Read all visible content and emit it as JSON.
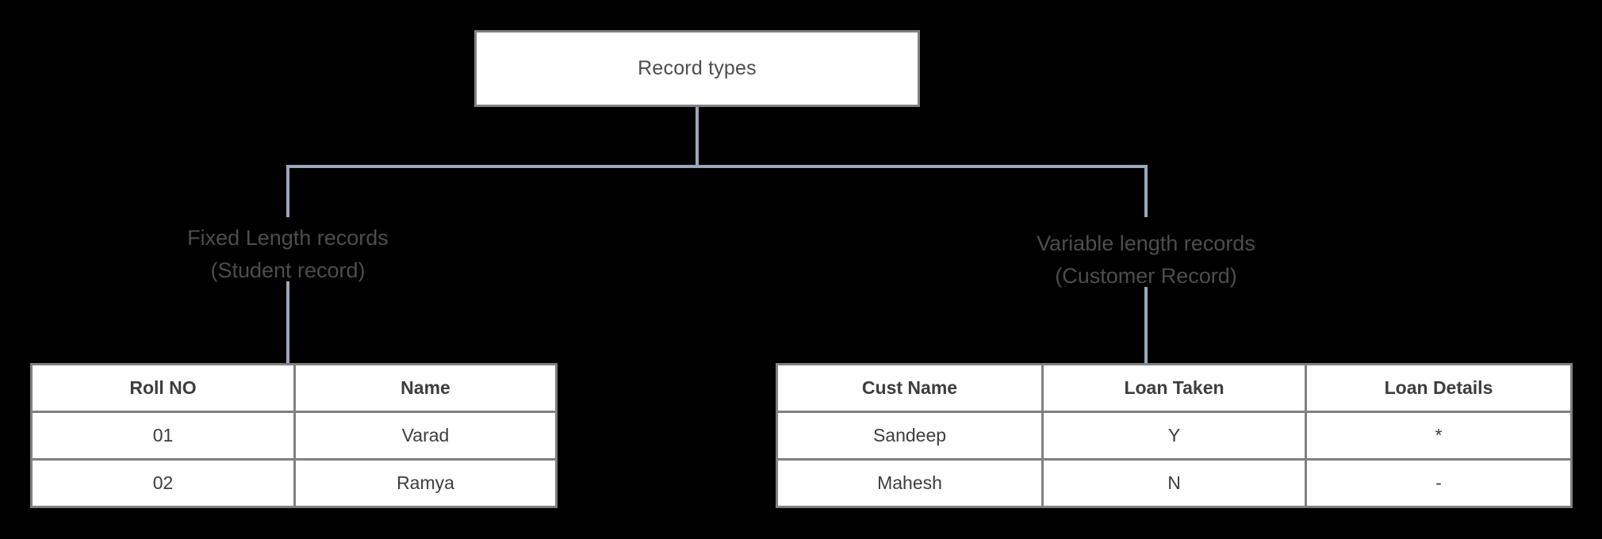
{
  "diagram": {
    "root": {
      "label": "Record types"
    },
    "branches": [
      {
        "id": "fixed-length",
        "title_line1": "Fixed Length records",
        "title_line2": "(Student record)"
      },
      {
        "id": "variable-length",
        "title_line1": "Variable length records",
        "title_line2": "(Customer Record)"
      }
    ],
    "tables": [
      {
        "id": "student-record-table",
        "headers": [
          "Roll NO",
          "Name"
        ],
        "rows": [
          [
            "01",
            "Varad"
          ],
          [
            "02",
            "Ramya"
          ]
        ]
      },
      {
        "id": "customer-record-table",
        "headers": [
          "Cust Name",
          "Loan Taken",
          "Loan Details"
        ],
        "rows": [
          [
            "Sandeep",
            "Y",
            "*"
          ],
          [
            "Mahesh",
            "N",
            "-"
          ]
        ]
      }
    ],
    "colors": {
      "background": "#000000",
      "box_fill": "#ffffff",
      "box_border": "#808080",
      "connector": "#9aa8bc",
      "text": "#4d4d4d",
      "table_text": "#3d3d3d"
    }
  }
}
